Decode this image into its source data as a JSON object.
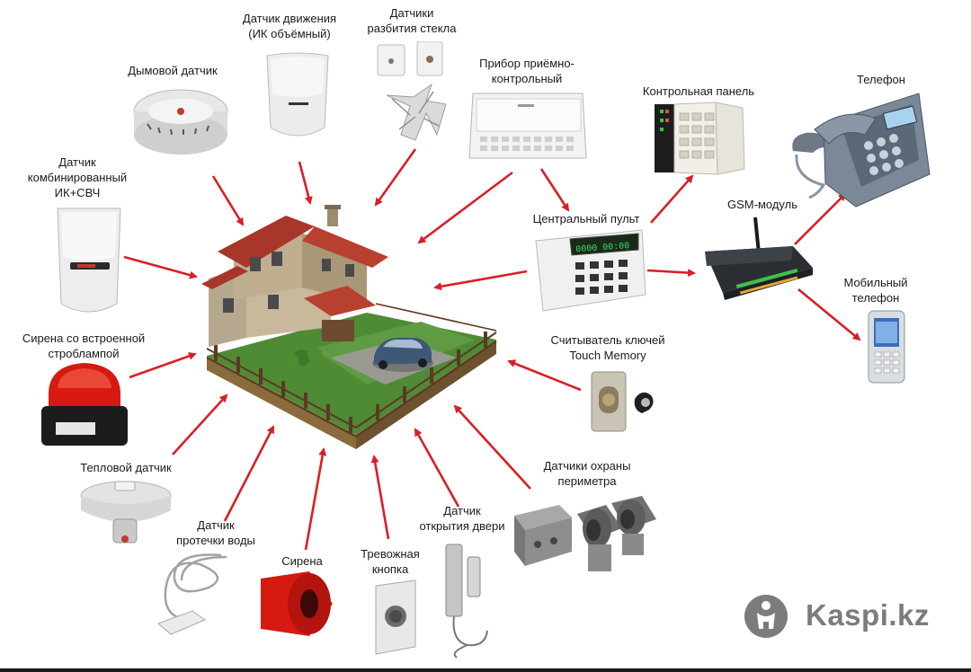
{
  "labels": {
    "motion": [
      "Датчик движения",
      "(ИК объёмный)"
    ],
    "glass": [
      "Датчики",
      "разбития стекла"
    ],
    "panel_device": [
      "Прибор приёмно-",
      "контрольный"
    ],
    "control_panel": "Контрольная панель",
    "phone": "Телефон",
    "smoke": "Дымовой датчик",
    "combined": [
      "Датчик",
      "комбинированный",
      "ИК+СВЧ"
    ],
    "central": "Центральный пульт",
    "gsm": "GSM-модуль",
    "mobile": [
      "Мобильный",
      "телефон"
    ],
    "strobe_siren": [
      "Сирена со встроенной",
      "строблампой"
    ],
    "touch_memory": [
      "Считыватель ключей",
      "Touch Memory"
    ],
    "heat": "Тепловой датчик",
    "perimeter": [
      "Датчики охраны",
      "периметра"
    ],
    "water": [
      "Датчик",
      "протечки воды"
    ],
    "siren": "Сирена",
    "panic": [
      "Тревожная",
      "кнопка"
    ],
    "door": [
      "Датчик",
      "открытия двери"
    ]
  },
  "central_display": "0000 00:00",
  "watermark": "Kaspi.kz",
  "colors": {
    "arrow": "#d91f26",
    "brand": "#7c7c7c",
    "siren": "#d61a12"
  }
}
